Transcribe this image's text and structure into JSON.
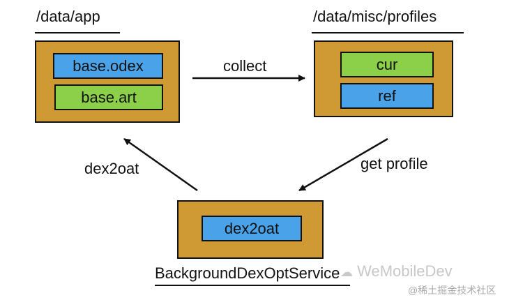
{
  "top_left": {
    "path": "/data/app",
    "items": [
      "base.odex",
      "base.art"
    ]
  },
  "top_right": {
    "path": "/data/misc/profiles",
    "items": [
      "cur",
      "ref"
    ]
  },
  "bottom": {
    "service": "BackgroundDexOptService",
    "items": [
      "dex2oat"
    ]
  },
  "edges": {
    "collect": "collect",
    "dex2oat": "dex2oat",
    "get_profile": "get profile"
  },
  "watermark": {
    "brand": "WeMobileDev",
    "site": "@稀土掘金技术社区"
  },
  "colors": {
    "container": "#cf9a33",
    "blue_item": "#4aa3e8",
    "green_item": "#8bd048"
  }
}
